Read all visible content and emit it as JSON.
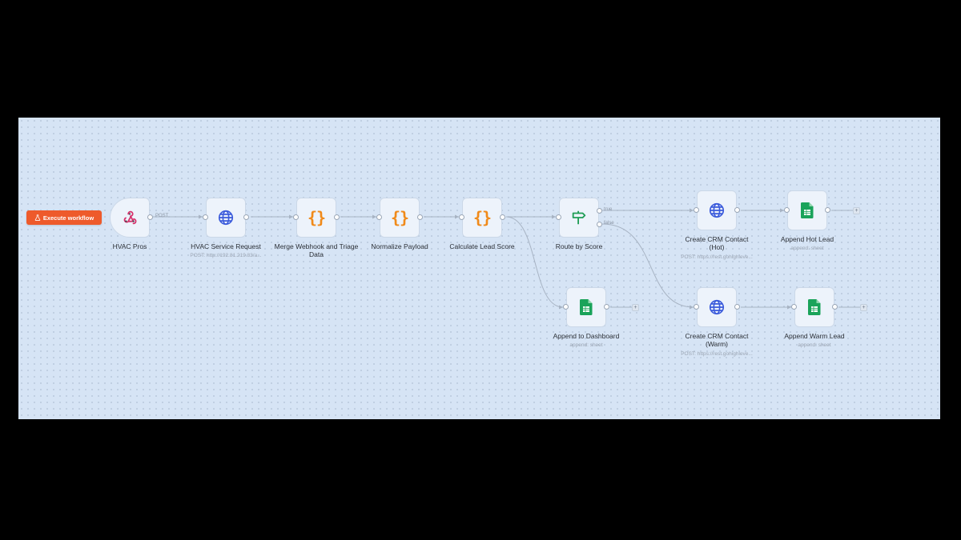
{
  "toolbar": {
    "execute_label": "Execute workflow"
  },
  "edge_labels": {
    "post": "POST",
    "true": "true",
    "false": "false"
  },
  "nodes": {
    "webhook": {
      "label": "HVAC Pros",
      "icon": "webhook-icon"
    },
    "http_service": {
      "label": "HVAC Service Request",
      "sub": "POST: http://192.81.219.83/a...",
      "icon": "globe-icon"
    },
    "merge": {
      "label": "Merge Webhook and Triage Data",
      "icon": "code-braces-icon"
    },
    "normalize": {
      "label": "Normalize Payload",
      "icon": "code-braces-icon"
    },
    "score": {
      "label": "Calculate Lead Score",
      "icon": "code-braces-icon"
    },
    "route": {
      "label": "Route by Score",
      "icon": "signpost-icon"
    },
    "crm_hot": {
      "label": "Create CRM Contact (Hot)",
      "sub": "POST: https://rest.gohighleve...",
      "icon": "globe-icon"
    },
    "append_hot": {
      "label": "Append Hot Lead",
      "sub": "append: sheet",
      "icon": "sheets-icon"
    },
    "dashboard": {
      "label": "Append to Dashboard",
      "sub": "append: sheet",
      "icon": "sheets-icon"
    },
    "crm_warm": {
      "label": "Create CRM Contact (Warm)",
      "sub": "POST: https://rest.gohighleve...",
      "icon": "globe-icon"
    },
    "append_warm": {
      "label": "Append Warm Lead",
      "sub": "append: sheet",
      "icon": "sheets-icon"
    }
  },
  "colors": {
    "canvas": "#d6e4f5",
    "execute": "#ee5a2b",
    "code": "#f08a1a",
    "globe": "#3b5bdb",
    "route": "#1f9d55",
    "sheets": "#1aa35a",
    "webhook": "#d6336c"
  }
}
